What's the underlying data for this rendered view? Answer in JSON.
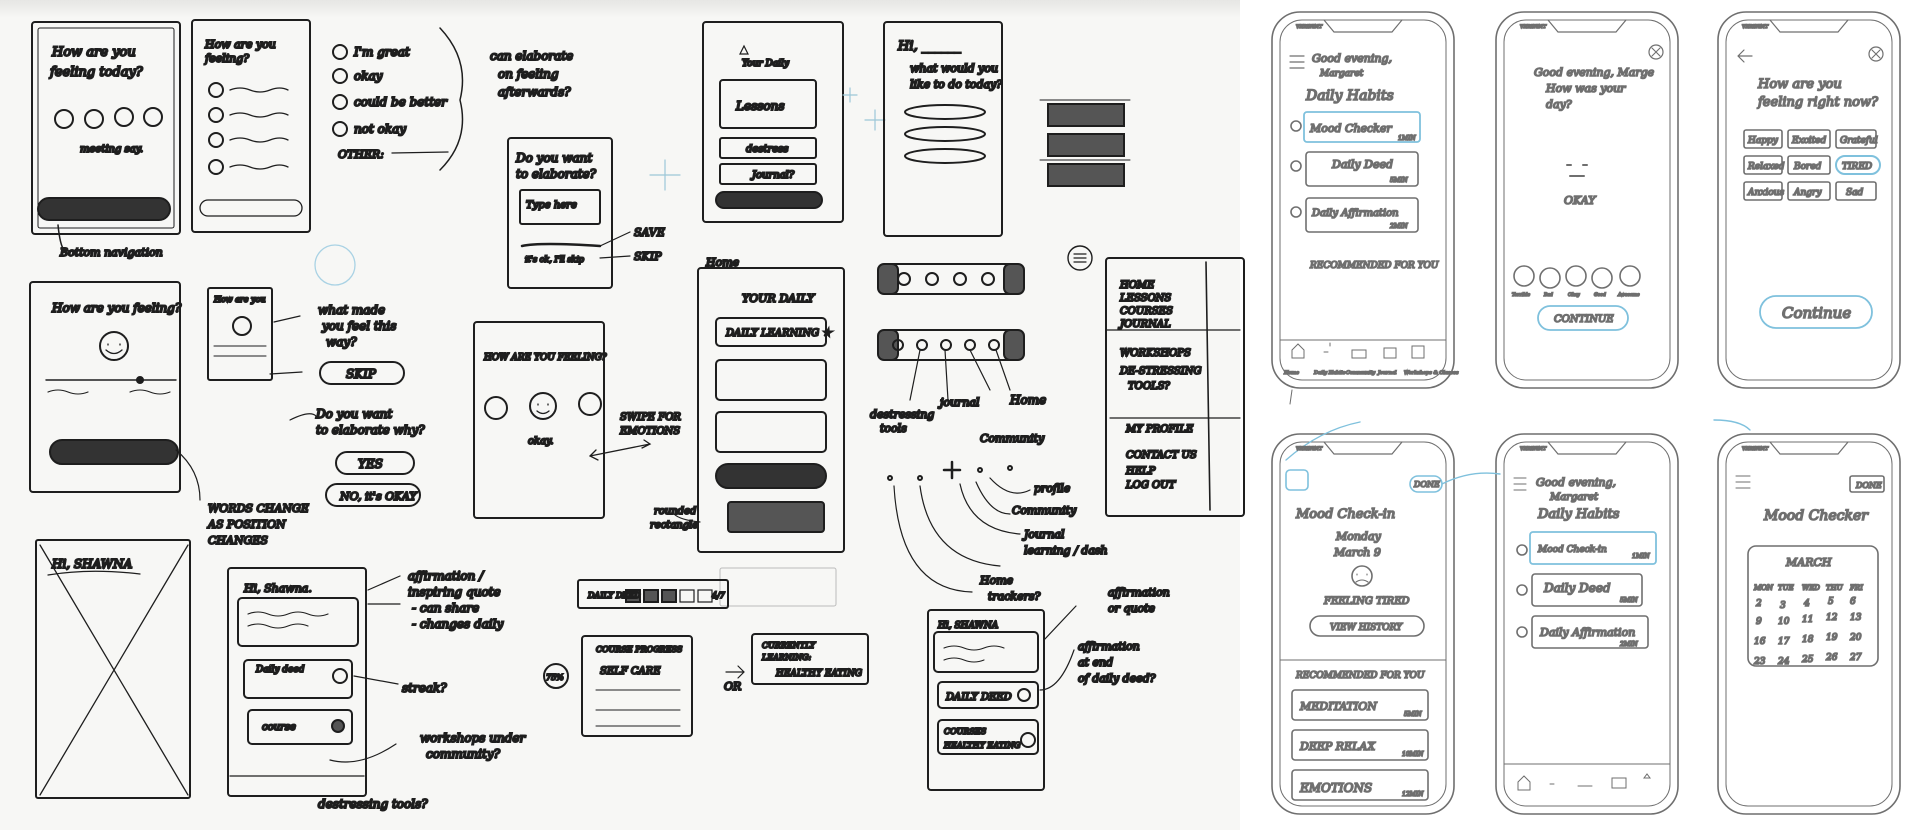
{
  "left_sketches": {
    "s1": {
      "title_a": "How are you",
      "title_b": "feeling today?",
      "caption": "meeting say.",
      "note": "Bottom navigation"
    },
    "s2": {
      "title_a": "How are you",
      "title_b": "feeling?"
    },
    "options": {
      "o1": "I'm great",
      "o2": "okay",
      "o3": "could be better",
      "o4": "not okay",
      "o5": "OTHER:",
      "note_a": "can elaborate",
      "note_b": "on feeling",
      "note_c": "afterwards?"
    },
    "elab": {
      "q_a": "Do you want",
      "q_b": "to elaborate?",
      "field": "Type here",
      "link": "it's ok, I'll skip",
      "save": "SAVE",
      "skip": "SKIP"
    },
    "daily1": {
      "title": "Your Daily",
      "b1": "Lessons",
      "b2": "destress",
      "b3": "Journal?"
    },
    "hi1": {
      "greet": "Hi, ______",
      "q_a": "what would you",
      "q_b": "like to do today?"
    },
    "s3": {
      "title": "How are you feeling?"
    },
    "s4": {
      "title": "How are you"
    },
    "whatmade": {
      "a": "what made",
      "b": "you feel this",
      "c": "way?",
      "skip": "SKIP",
      "q_a": "Do you want",
      "q_b": "to elaborate why?",
      "yes": "YES",
      "no": "NO, it's OKAY",
      "words_a": "WORDS CHANGE",
      "words_b": "AS POSITION",
      "words_c": "CHANGES"
    },
    "s5": {
      "title": "HOW ARE YOU FEELING?",
      "caption": "okay.",
      "swipe_a": "SWIPE FOR",
      "swipe_b": "EMOTIONS"
    },
    "home": {
      "label": "Home",
      "title": "YOUR DAILY",
      "b1": "DAILY LEARNING ★",
      "note_a": "rounded",
      "note_b": "rectangle"
    },
    "nav": {
      "n1": "destressing",
      "n2": "tools",
      "n3": "journal",
      "n4": "Home",
      "n5": "Community",
      "a1": "profile",
      "a2": "Community",
      "a3": "Journal",
      "a4": "learning / dash",
      "a5": "Home",
      "a6": "trackers?"
    },
    "menu": {
      "m1": "HOME",
      "m2": "LESSONS",
      "m3": "COURSES",
      "m4": "JOURNAL",
      "m5": "WORKSHOPS",
      "m6": "DE-STRESSING",
      "m7": "TOOLS?",
      "m8": "MY PROFILE",
      "m9": "CONTACT US",
      "m10": "HELP",
      "m11": "LOG OUT"
    },
    "shawna1": {
      "greet": "Hi, SHAWNA"
    },
    "shawna2": {
      "greet": "Hi, Shawna.",
      "daily": "Daily deed",
      "course": "course",
      "n1": "affirmation /",
      "n2": "inspiring quote",
      "n3": "- can share",
      "n4": "- changes daily",
      "n5": "streak?",
      "n6": "workshops under",
      "n7": "community?",
      "n8": "destressing tools?"
    },
    "deed": {
      "title": "DAILY DEED",
      "count": "4/7",
      "cp": "COURSE PROGRESS",
      "sc": "SELF CARE",
      "pct": "75%",
      "or": "OR",
      "cl_a": "CURRENTLY",
      "cl_b": "LEARNING:",
      "he": "HEALTHY EATING"
    },
    "shawna3": {
      "greet": "Hi, SHAWNA",
      "dd": "DAILY DEED",
      "c": "COURSES",
      "he": "HEALTHY EATING",
      "n1": "affirmation",
      "n2": "or quote",
      "n3": "affirmation",
      "n4": "at end",
      "n5": "of daily deed?"
    }
  },
  "phones": {
    "p1": {
      "carrier": "VERIFINT",
      "greet_a": "Good evening,",
      "greet_b": "Margaret",
      "title": "Daily Habits",
      "c1": "Mood Checker",
      "c1t": "1MIN",
      "c2": "Daily Deed",
      "c2t": "5MIN",
      "c3": "Daily Affirmation",
      "c3t": "2MIN",
      "rec": "RECOMMENDED FOR YOU",
      "tabs": [
        "Home",
        "Daily Habits",
        "Community",
        "Journal",
        "Workshops & Classes"
      ]
    },
    "p2": {
      "carrier": "VERIFINT",
      "q_a": "Good evening, Marge",
      "q_b": "How was your",
      "q_c": "day?",
      "mood": "OKAY",
      "moods": [
        "Terrible",
        "Bad",
        "Okay",
        "Good",
        "Awesome"
      ],
      "btn": "CONTINUE"
    },
    "p3": {
      "carrier": "VERIFINT",
      "q_a": "How are you",
      "q_b": "feeling right now?",
      "tags": [
        "Happy",
        "Excited",
        "Grateful",
        "Relaxed",
        "Bored",
        "TIRED",
        "Anxious",
        "Angry",
        "Sad"
      ],
      "btn": "Continue"
    },
    "p4": {
      "carrier": "VERIFINT",
      "done": "DONE",
      "title": "Mood Check-in",
      "day": "Monday",
      "date": "March 9",
      "feeling": "FEELING TIRED",
      "hist": "VIEW HISTORY",
      "rec": "RECOMMENDED FOR YOU",
      "r1": "MEDITATION",
      "r1t": "5MIN",
      "r2": "DEEP RELAX",
      "r2t": "10MIN",
      "r3": "EMOTIONS",
      "r3t": "12MIN"
    },
    "p5": {
      "carrier": "VERIFINT",
      "greet_a": "Good evening,",
      "greet_b": "Margaret",
      "title": "Daily Habits",
      "c1": "Mood Check-in",
      "c1t": "1MIN",
      "c2": "Daily Deed",
      "c2t": "5MIN",
      "c3": "Daily Affirmation",
      "c3t": "2MIN"
    },
    "p6": {
      "carrier": "VERIFINT",
      "done": "DONE",
      "title": "Mood Checker",
      "month": "MARCH",
      "days": [
        "MON",
        "TUE",
        "WED",
        "THU",
        "FRI"
      ],
      "r1": [
        "2",
        "3",
        "4",
        "5",
        "6"
      ],
      "r2": [
        "9",
        "10",
        "11",
        "12",
        "13"
      ],
      "r3": [
        "16",
        "17",
        "18",
        "19",
        "20"
      ],
      "r4": [
        "23",
        "24",
        "25",
        "26",
        "27"
      ]
    }
  }
}
